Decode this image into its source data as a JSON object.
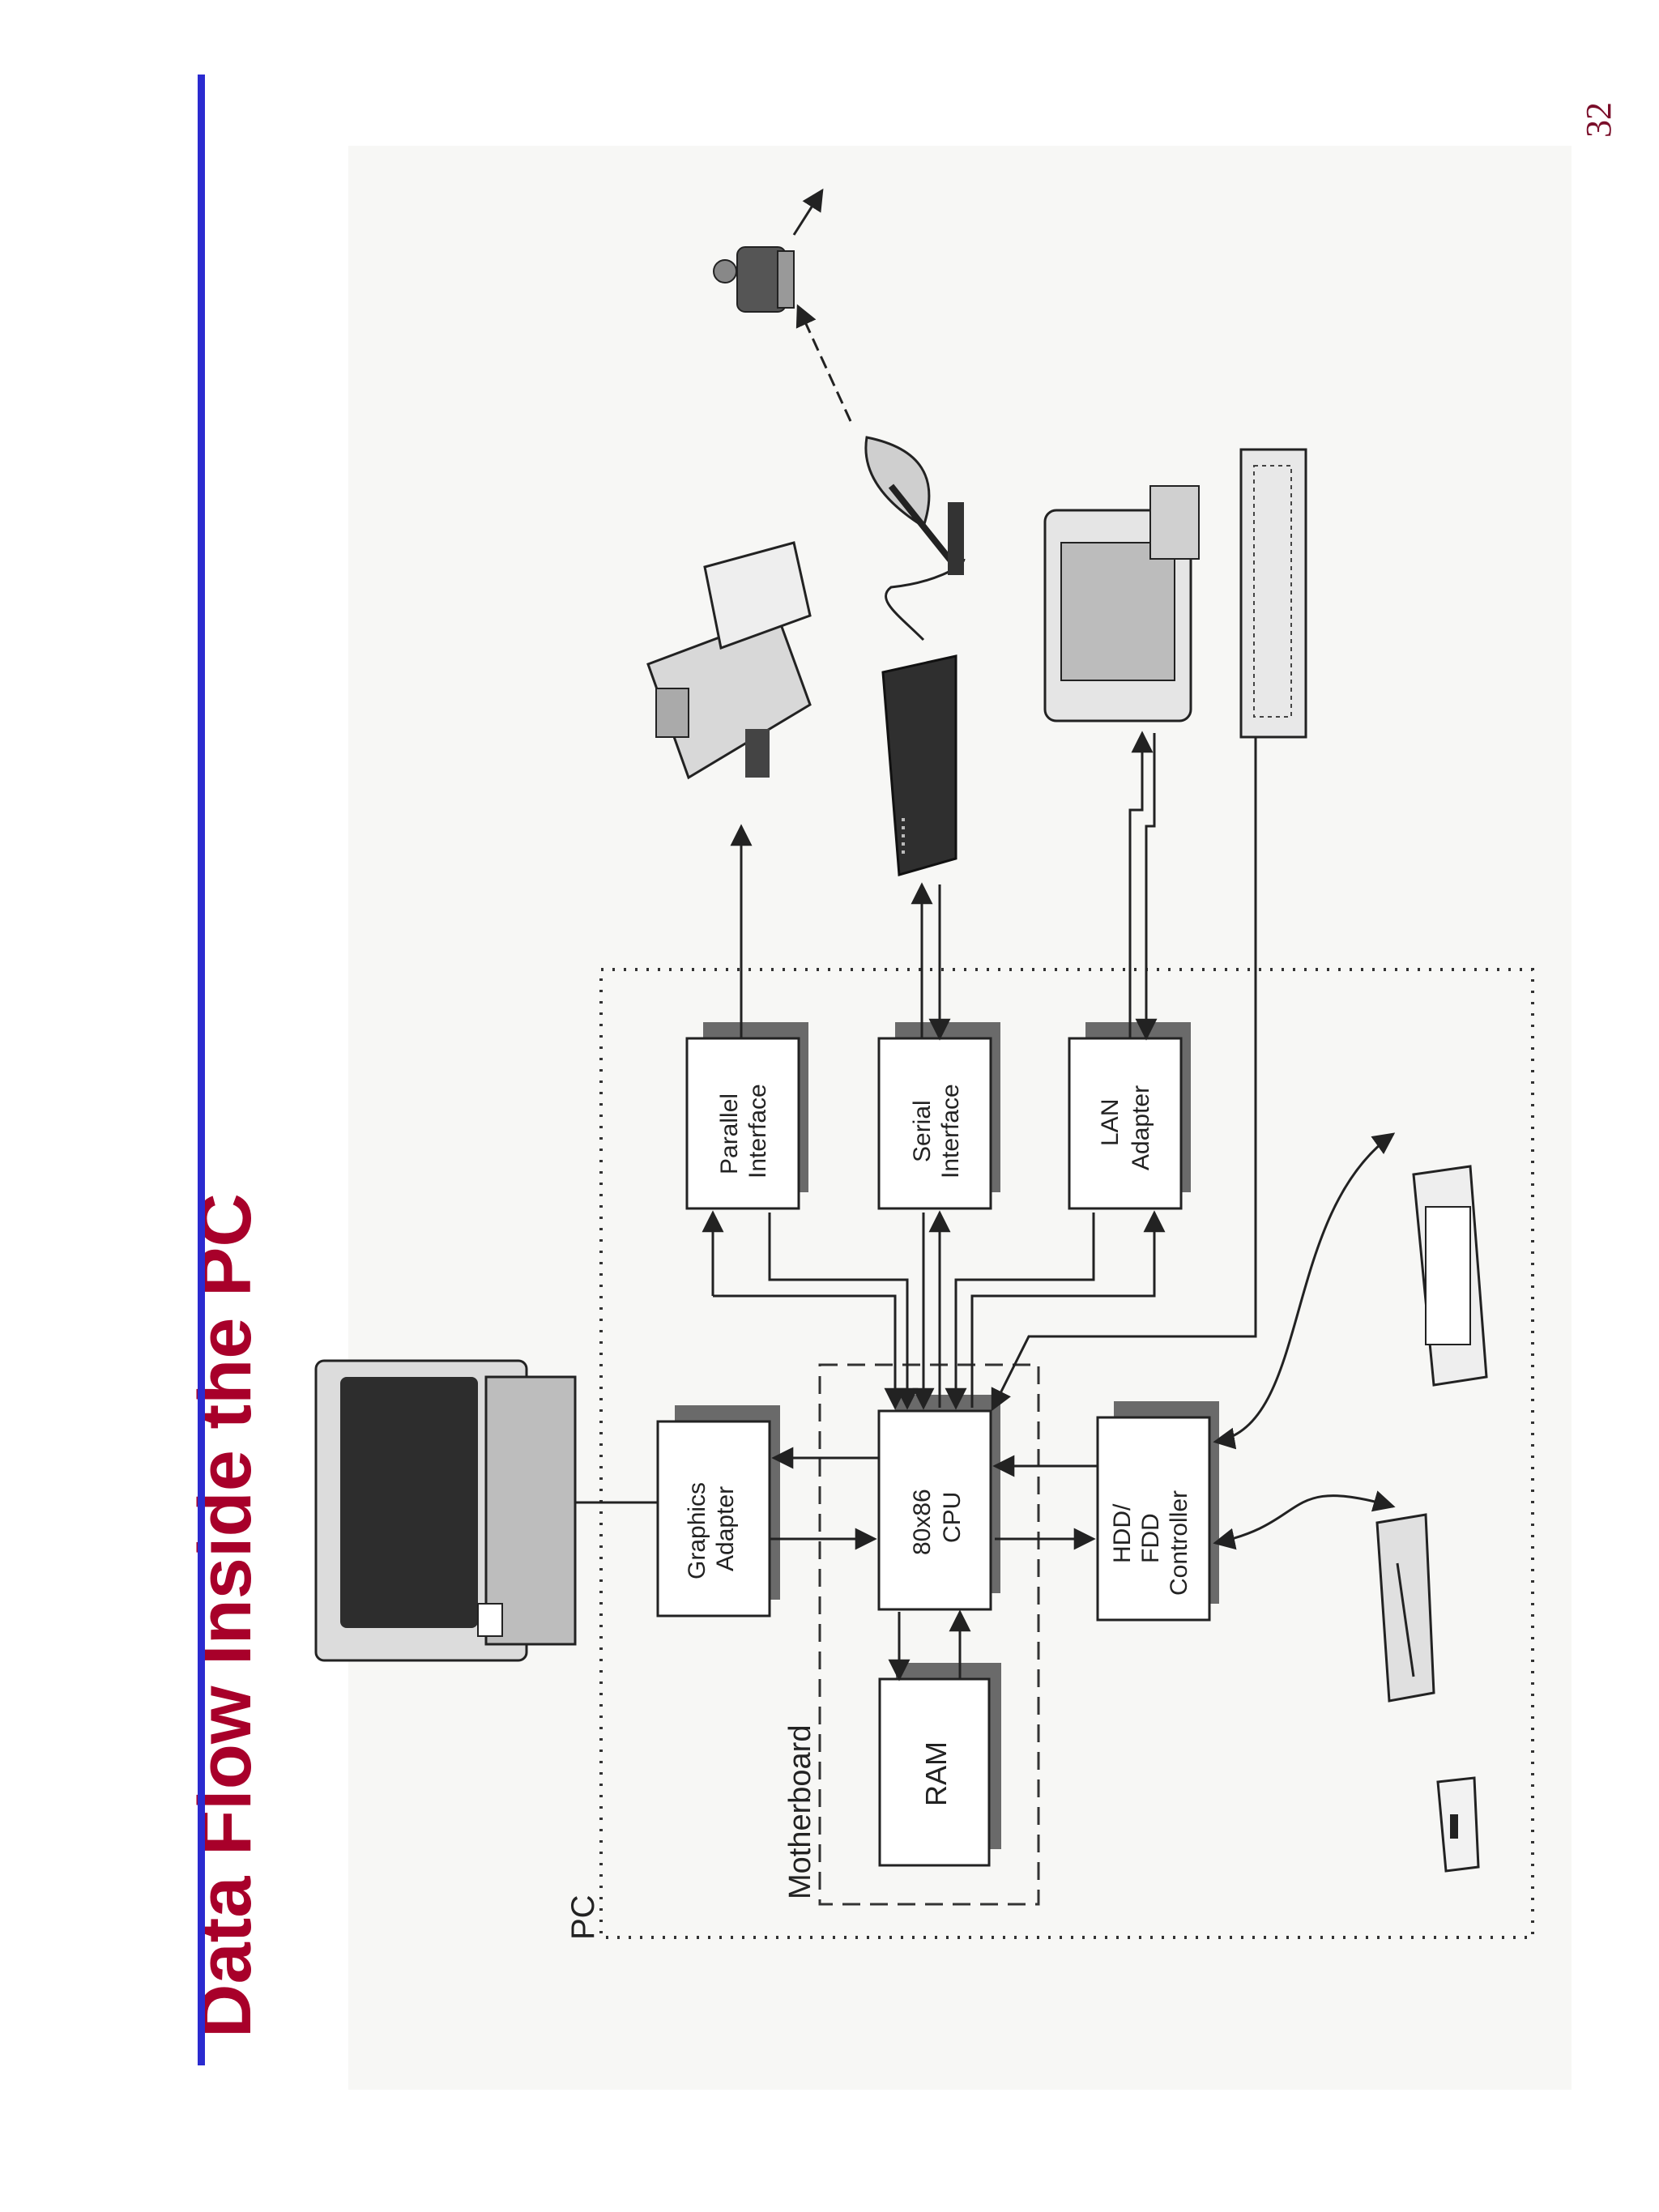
{
  "slide": {
    "title": "Data Flow Inside the PC",
    "page_number": "32"
  },
  "diagram": {
    "pc_label": "PC",
    "motherboard_label": "Motherboard",
    "blocks": {
      "ram": "RAM",
      "cpu_line1": "80x86",
      "cpu_line2": "CPU",
      "graphics_line1": "Graphics",
      "graphics_line2": "Adapter",
      "hdd_line1": "HDD/",
      "hdd_line2": "FDD",
      "hdd_line3": "Controller",
      "parallel_line1": "Parallel",
      "parallel_line2": "Interface",
      "serial_line1": "Serial",
      "serial_line2": "Interface",
      "lan_line1": "LAN",
      "lan_line2": "Adapter"
    },
    "devices": [
      "monitor-icon",
      "printer-icon",
      "modem-icon",
      "satellite-dish-icon",
      "people-icon",
      "server-tower-icon",
      "keyboard-icon",
      "hard-drive-icon",
      "floppy-drive-icon",
      "floppy-disk-icon"
    ]
  }
}
